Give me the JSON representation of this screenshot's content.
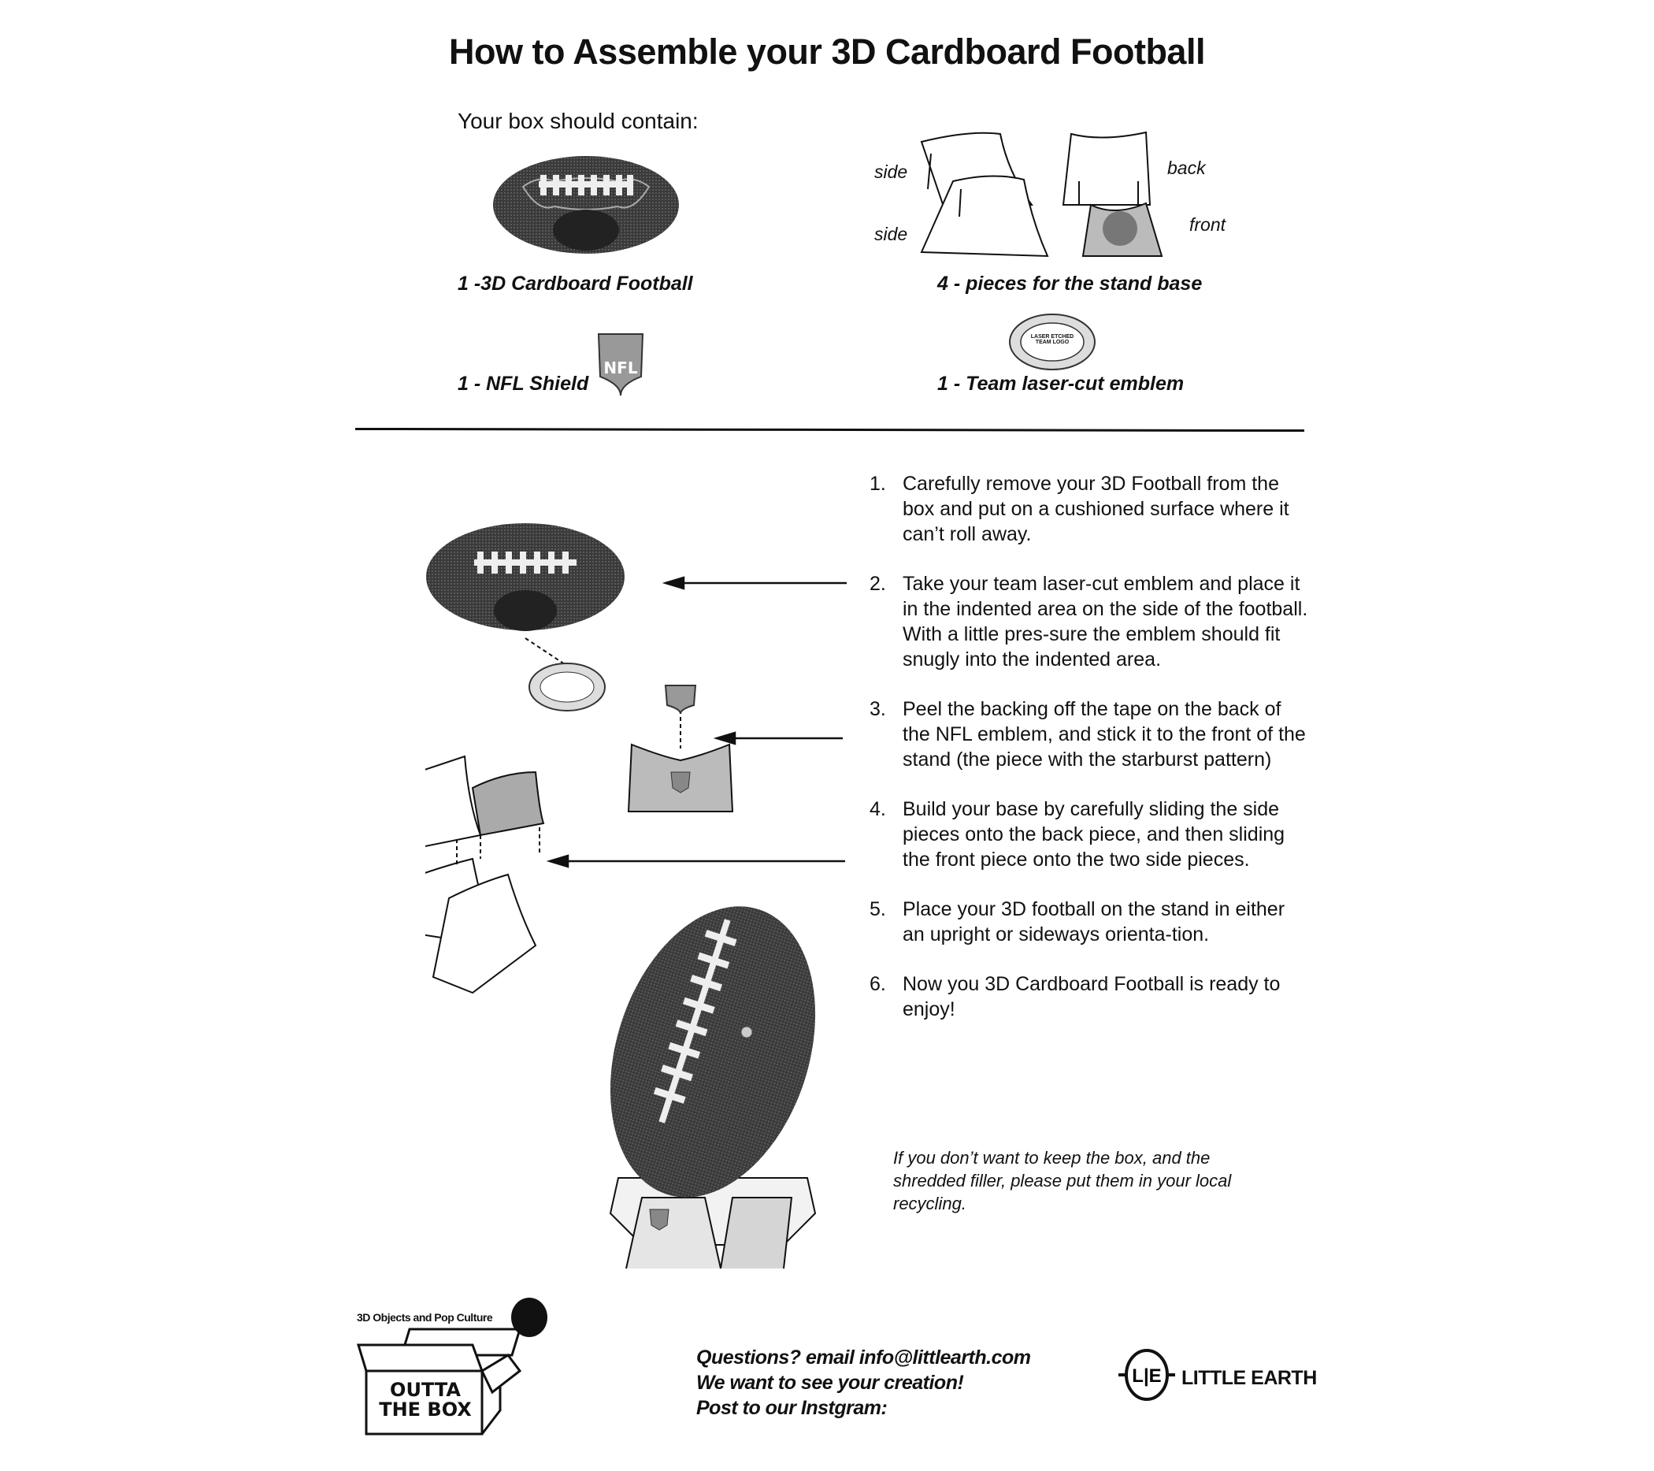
{
  "title": "How to Assemble your 3D Cardboard Football",
  "contents": {
    "heading": "Your box should contain:",
    "items": [
      {
        "caption": "1 -3D Cardboard Football"
      },
      {
        "caption": "4 - pieces for the stand base"
      },
      {
        "caption": "1 - NFL Shield"
      },
      {
        "caption": "1 - Team laser-cut emblem"
      }
    ],
    "piece_labels": {
      "side_top": "side",
      "side_bottom": "side",
      "back": "back",
      "front": "front"
    },
    "emblem_text": "LASER ETCHED TEAM LOGO",
    "shield_text": "NFL"
  },
  "steps": [
    {
      "num": "1.",
      "text": "Carefully remove your 3D Football from the box and put on a cushioned surface where it can’t roll away."
    },
    {
      "num": "2.",
      "text": "Take your team laser-cut emblem and place it in the indented area on the side of the football. With a little pres-sure the emblem should fit snugly into the indented area."
    },
    {
      "num": "3.",
      "text": "Peel the backing off the tape on the back of the NFL emblem, and stick it to the front of the stand (the piece with the starburst pattern)"
    },
    {
      "num": "4.",
      "text": "Build your base by carefully sliding the side pieces onto the back piece, and then sliding the front piece onto the two side pieces."
    },
    {
      "num": "5.",
      "text": "Place your 3D football on the stand in either an upright or sideways orienta-tion."
    },
    {
      "num": "6.",
      "text": "Now you 3D Cardboard Football is ready to enjoy!"
    }
  ],
  "note": "If you don’t want to keep the box, and the shredded filler,  please put them in your local recycling.",
  "footer": {
    "line1": "Questions?  email info@littlearth.com",
    "line2": "We want to see your creation!",
    "line3": "Post to our Instgram:"
  },
  "brand": {
    "box_tagline": "3D Objects and Pop Culture",
    "box_logo_line1": "OUTTA",
    "box_logo_line2": "THE BOX",
    "little_earth": "LITTLE EARTH",
    "little_earth_mark": "L|E"
  }
}
